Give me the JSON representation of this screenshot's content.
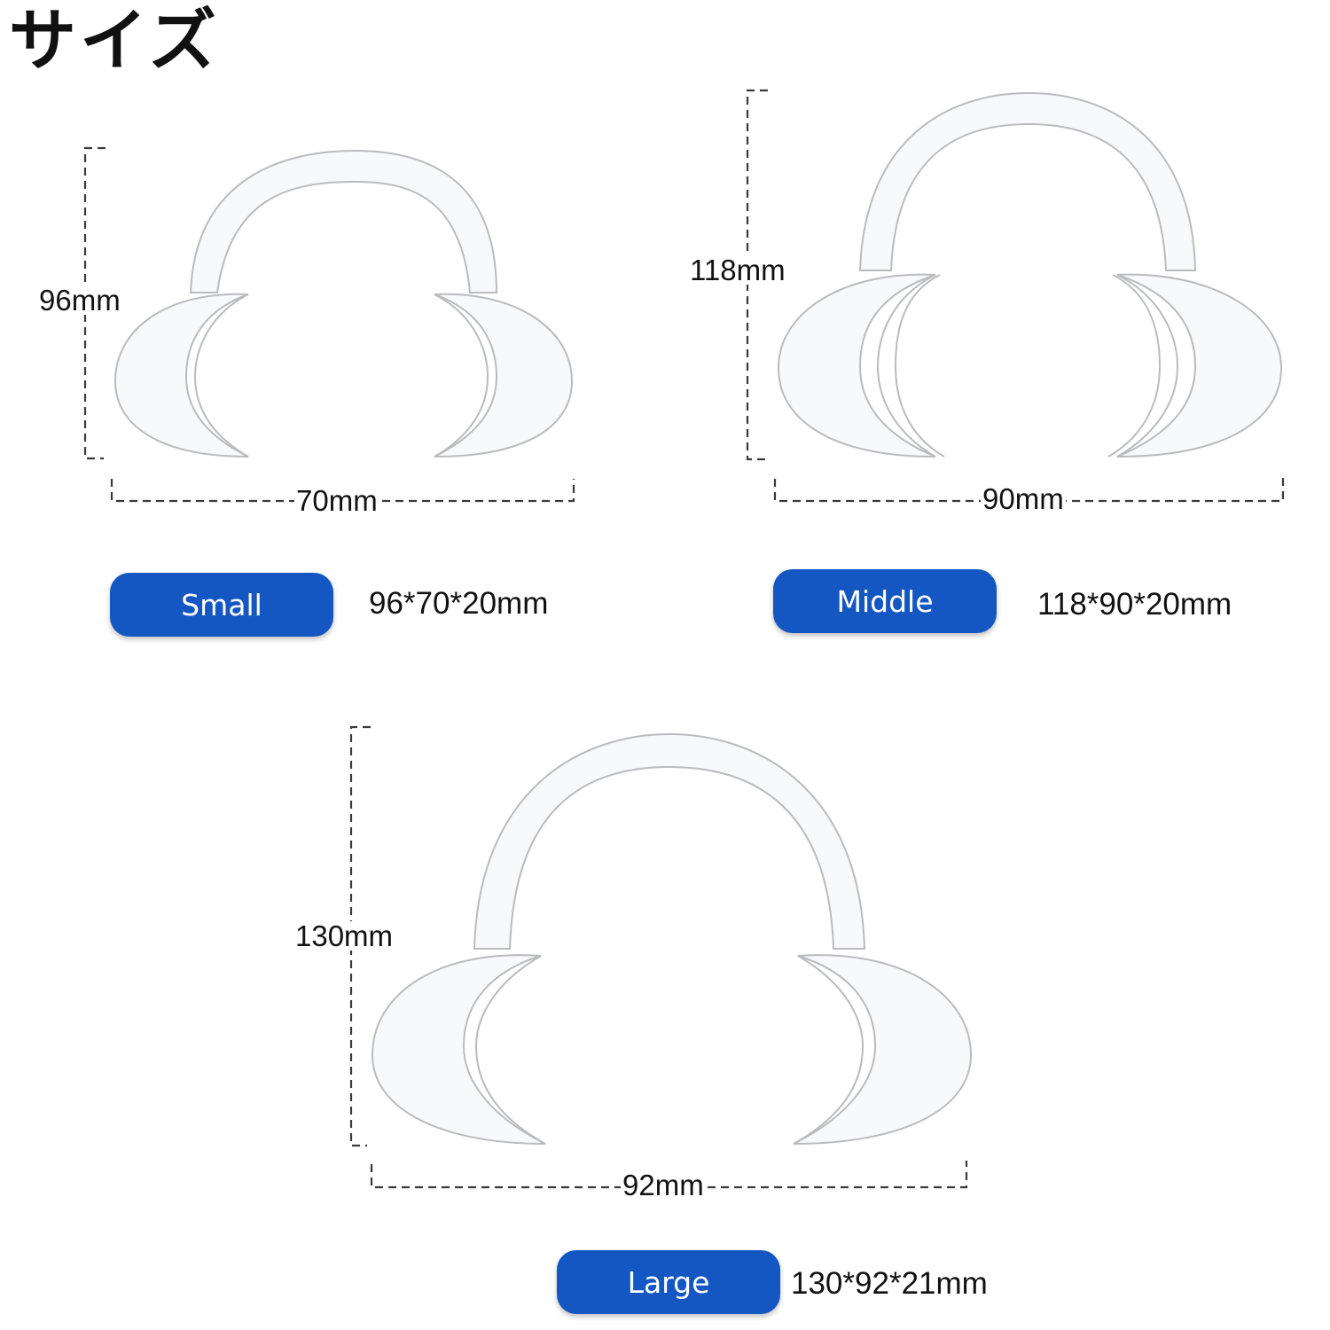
{
  "title": "サイズ",
  "products": [
    {
      "size_label": "Small",
      "height_label": "96mm",
      "width_label": "70mm",
      "spec_label": "96*70*20mm"
    },
    {
      "size_label": "Middle",
      "height_label": "118mm",
      "width_label": "90mm",
      "spec_label": "118*90*20mm"
    },
    {
      "size_label": "Large",
      "height_label": "130mm",
      "width_label": "92mm",
      "spec_label": "130*92*21mm"
    }
  ],
  "colors": {
    "badge": "#1457c2",
    "badge_text": "#ffffff",
    "product_outline": "#b8b8b8",
    "dimension_line": "#3a3a3a"
  },
  "icons": [
    "mouth-retractor-icon"
  ]
}
